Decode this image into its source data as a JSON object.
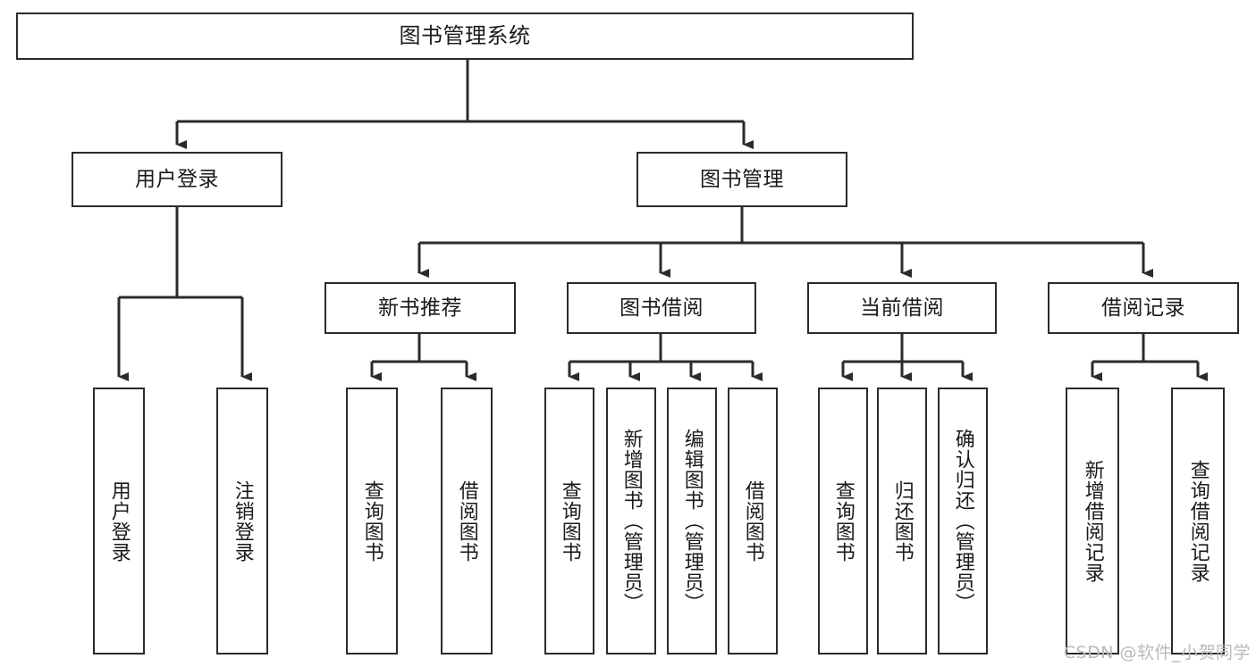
{
  "diagram": {
    "type": "tree",
    "title": "图书管理系统",
    "watermark": "CSDN @软件_小贺同学",
    "colors": {
      "background": "#ffffff",
      "stroke": "#2b2b2b",
      "text": "#1a1a1a",
      "watermark": "#b9b9b9"
    },
    "nodes": {
      "root": {
        "label": "图书管理系统",
        "level": 1
      },
      "l2": [
        {
          "id": "user_login",
          "label": "用户登录",
          "level": 2
        },
        {
          "id": "book_mgmt",
          "label": "图书管理",
          "level": 2
        }
      ],
      "l3": [
        {
          "id": "new_book_rec",
          "label": "新书推荐",
          "parent": "book_mgmt",
          "level": 3
        },
        {
          "id": "book_borrow",
          "label": "图书借阅",
          "parent": "book_mgmt",
          "level": 3
        },
        {
          "id": "current_borrow",
          "label": "当前借阅",
          "parent": "book_mgmt",
          "level": 3
        },
        {
          "id": "borrow_record",
          "label": "借阅记录",
          "parent": "book_mgmt",
          "level": 3
        }
      ],
      "leaves": [
        {
          "id": "leaf_user_login",
          "label": "用户登录",
          "parent": "user_login",
          "level": 3
        },
        {
          "id": "leaf_logout",
          "label": "注销登录",
          "parent": "user_login",
          "level": 3
        },
        {
          "id": "leaf_query_book_1",
          "label": "查询图书",
          "parent": "new_book_rec",
          "level": 4
        },
        {
          "id": "leaf_borrow_book_1",
          "label": "借阅图书",
          "parent": "new_book_rec",
          "level": 4
        },
        {
          "id": "leaf_query_book_2",
          "label": "查询图书",
          "parent": "book_borrow",
          "level": 4
        },
        {
          "id": "leaf_add_book",
          "label": "新增图书（管理员）",
          "parent": "book_borrow",
          "level": 4
        },
        {
          "id": "leaf_edit_book",
          "label": "编辑图书（管理员）",
          "parent": "book_borrow",
          "level": 4
        },
        {
          "id": "leaf_borrow_book_2",
          "label": "借阅图书",
          "parent": "book_borrow",
          "level": 4
        },
        {
          "id": "leaf_query_book_3",
          "label": "查询图书",
          "parent": "current_borrow",
          "level": 4
        },
        {
          "id": "leaf_return_book",
          "label": "归还图书",
          "parent": "current_borrow",
          "level": 4
        },
        {
          "id": "leaf_confirm_return",
          "label": "确认归还（管理员）",
          "parent": "current_borrow",
          "level": 4
        },
        {
          "id": "leaf_add_record",
          "label": "新增借阅记录",
          "parent": "borrow_record",
          "level": 4
        },
        {
          "id": "leaf_query_record",
          "label": "查询借阅记录",
          "parent": "borrow_record",
          "level": 4
        }
      ]
    }
  }
}
